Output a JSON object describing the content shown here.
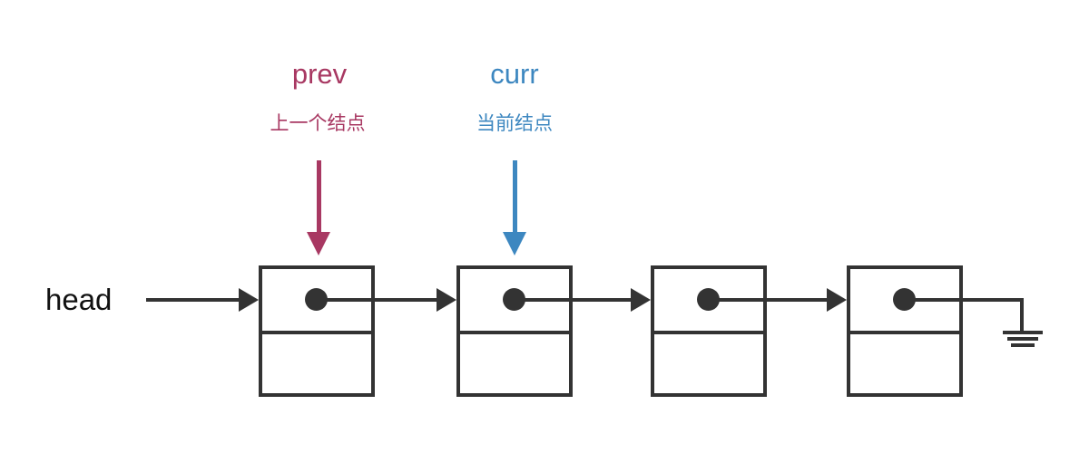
{
  "colors": {
    "prev": "#a83862",
    "curr": "#3d87c0",
    "line": "#333333",
    "text": "#111111",
    "background": "#ffffff"
  },
  "diagram": {
    "type": "singly-linked-list",
    "head_label": "head",
    "node_count": 4,
    "pointers": [
      {
        "id": "prev",
        "label": "prev",
        "sublabel": "上一个结点",
        "points_to_node": 1
      },
      {
        "id": "curr",
        "label": "curr",
        "sublabel": "当前结点",
        "points_to_node": 2
      }
    ],
    "tail_terminator": "ground-null-symbol"
  }
}
